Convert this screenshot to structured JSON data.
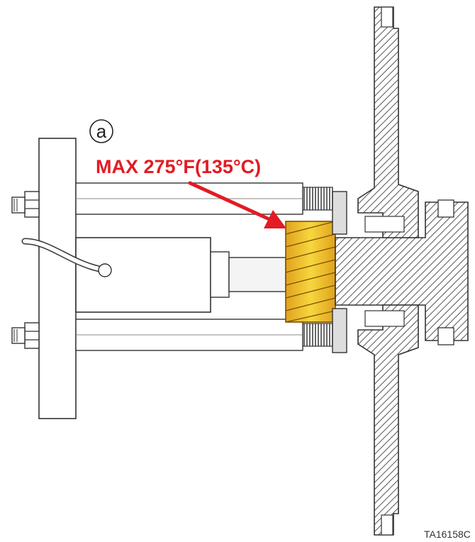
{
  "callout": {
    "letter": "a"
  },
  "warning": {
    "text": "MAX 275°F(135°C)"
  },
  "figure_id": "TA16158C",
  "colors": {
    "warning_red": "#e31b23",
    "gear_yellow": "#f2c832",
    "gear_orange": "#e0a21c",
    "line": "#333333",
    "hatch": "#555555"
  }
}
